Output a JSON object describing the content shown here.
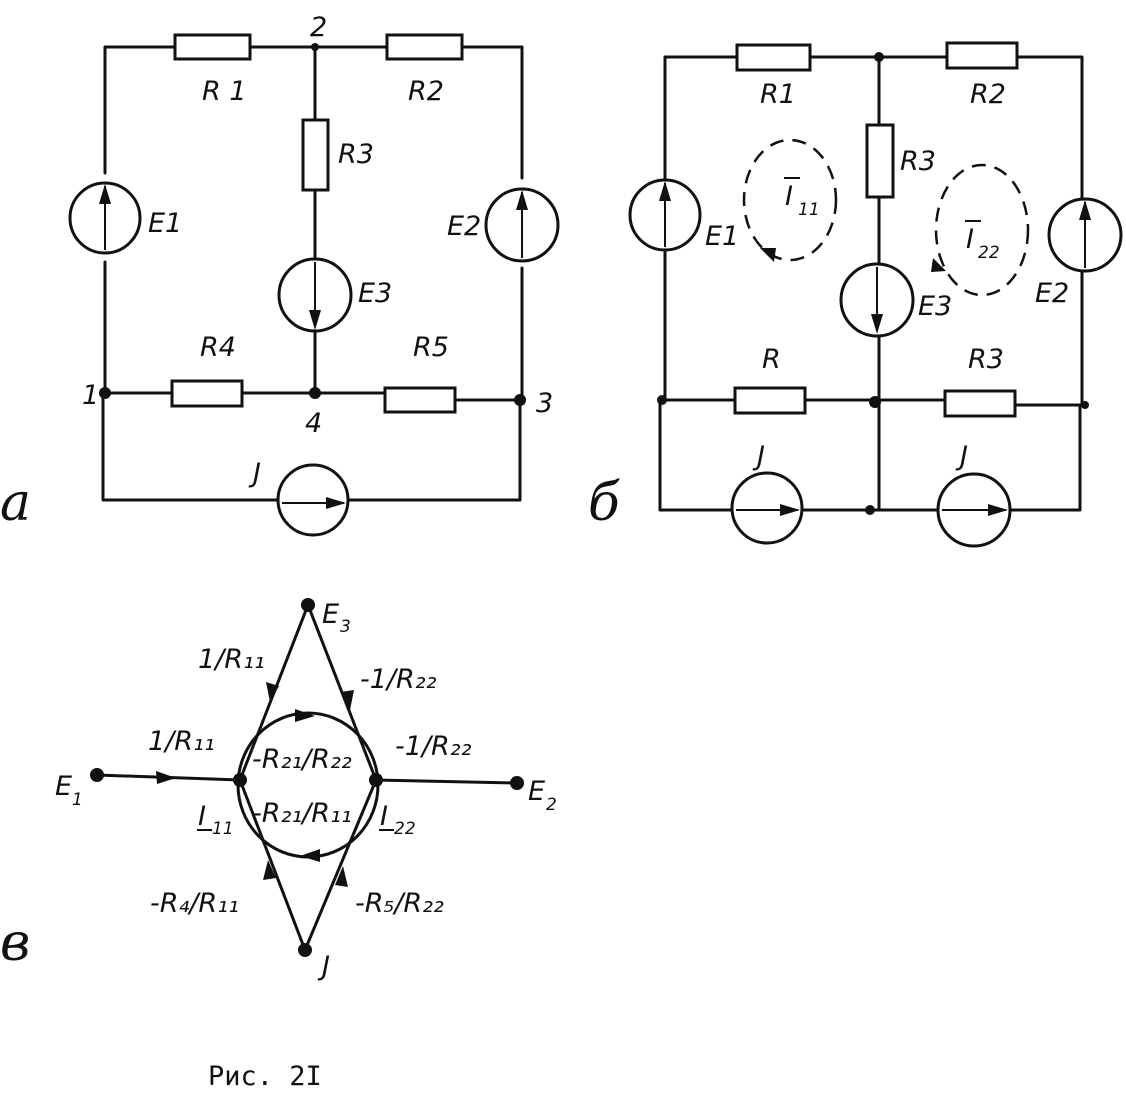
{
  "caption": "Рис. 2I",
  "panel_a": {
    "letter": "a",
    "R1": "R 1",
    "R2": "R2",
    "R3": "R3",
    "R4": "R4",
    "R5": "R5",
    "E1": "E1",
    "E2": "E2",
    "E3": "E3",
    "J": "J",
    "node1": "1",
    "node2": "2",
    "node3": "3",
    "node4": "4"
  },
  "panel_b": {
    "letter": "б",
    "R1": "R1",
    "R2": "R2",
    "R3_top": "R3",
    "R": "R",
    "R3_bottom": "R3",
    "E1": "E1",
    "E2": "E2",
    "E3": "E3",
    "J_left": "J",
    "J_right": "J",
    "I11": "I",
    "I11_sub": "11",
    "I22": "I",
    "I22_sub": "22"
  },
  "panel_v": {
    "letter": "в",
    "E1": "E",
    "E1_sub": "1",
    "E2": "E",
    "E2_sub": "2",
    "E3": "E",
    "E3_sub": "3",
    "J": "J",
    "I11": "I",
    "I11_sub": "11",
    "I22": "I",
    "I22_sub": "22",
    "edge_E1_I11": "1/R₁₁",
    "edge_E3_I11": "1/R₁₁",
    "edge_E3_I22": "-1/R₂₂",
    "edge_E2_I22": "-1/R₂₂",
    "edge_J_I11": "-R₄/R₁₁",
    "edge_J_I22": "-R₅/R₂₂",
    "arc_top": "-R₂₁/R₂₂",
    "arc_bottom": "-R₂₁/R₁₁"
  }
}
